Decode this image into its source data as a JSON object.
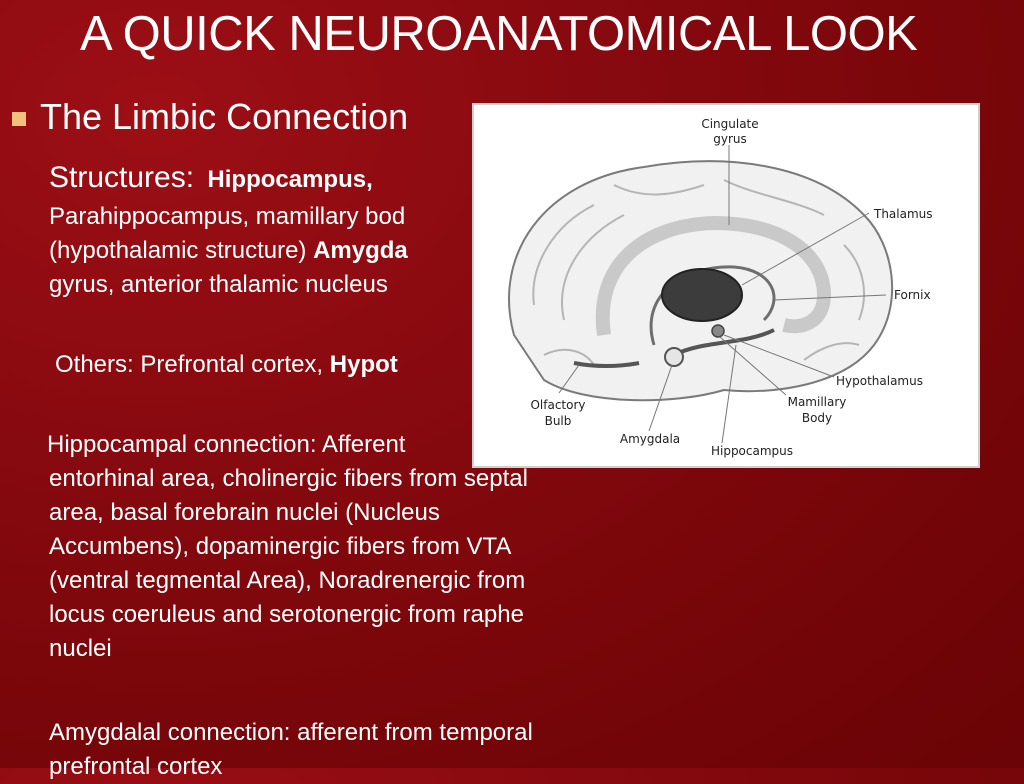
{
  "title": "A QUICK NEUROANATOMICAL LOOK",
  "bullet": "The Limbic Connection",
  "structures": {
    "label": "Structures:",
    "bold1": "Hippocampus,",
    "line2": "Parahippocampus,  mamillary bod",
    "line3_pre": "(hypothalamic structure) ",
    "line3_bold": "Amygda",
    "line4": "gyrus, anterior thalamic nucleus"
  },
  "others": {
    "pre": "Others: Prefrontal cortex, ",
    "bold": "Hypot"
  },
  "hippocampal": [
    "Hippocampal connection: Afferent",
    "entorhinal area, cholinergic fibers from septal",
    "area, basal forebrain nuclei (Nucleus",
    "Accumbens), dopaminergic fibers from VTA",
    "(ventral tegmental Area), Noradrenergic from",
    "locus coeruleus and serotonergic from raphe",
    "nuclei"
  ],
  "amygdalal": [
    "Amygdalal connection: afferent from temporal",
    "prefrontal cortex"
  ],
  "figure": {
    "labels": {
      "cingulate1": "Cingulate",
      "cingulate2": "gyrus",
      "thalamus": "Thalamus",
      "fornix": "Fornix",
      "hypothalamus": "Hypothalamus",
      "mamillary1": "Mamillary",
      "mamillary2": "Body",
      "olfactory1": "Olfactory",
      "olfactory2": "Bulb",
      "amygdala": "Amygdala",
      "hippocampus": "Hippocampus"
    }
  },
  "colors": {
    "background": "#7e070c",
    "bullet": "#f2c27c",
    "text": "#ffffff"
  }
}
